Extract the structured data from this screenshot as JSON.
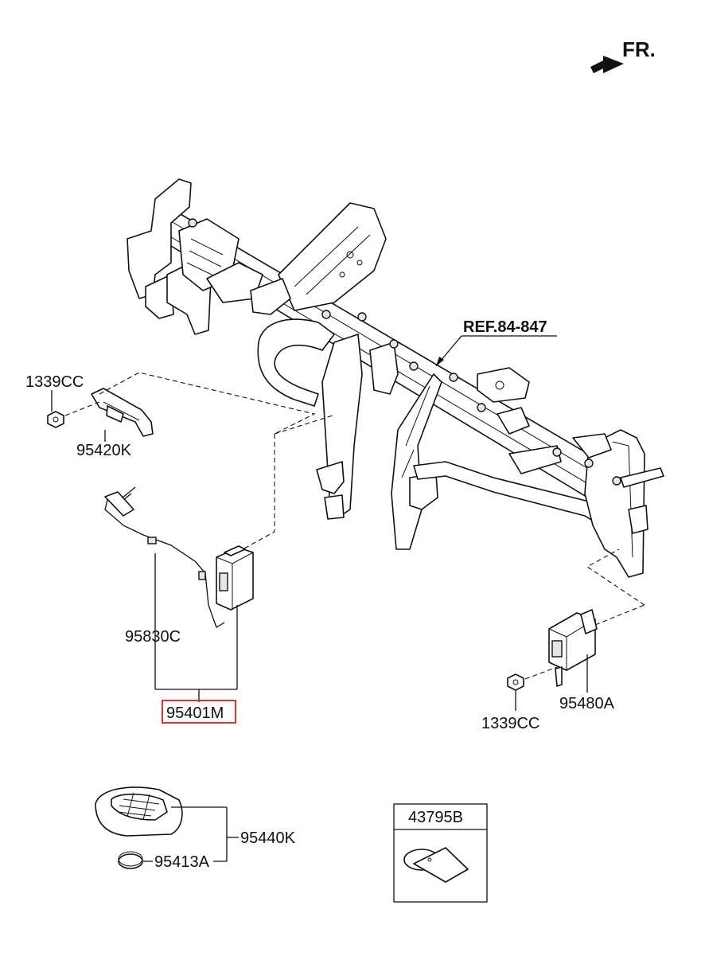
{
  "header": {
    "direction_label": "FR."
  },
  "reference": {
    "label": "REF.84-847"
  },
  "parts": {
    "nut_left": "1339CC",
    "antenna_bracket": "95420K",
    "antenna_cable": "95830C",
    "smart_key_module": "95401M",
    "nut_right": "1339CC",
    "bcm_unit": "95480A",
    "fob_key": "95440K",
    "battery": "95413A",
    "tag_box": "43795B"
  },
  "highlight_color": "#e03030"
}
